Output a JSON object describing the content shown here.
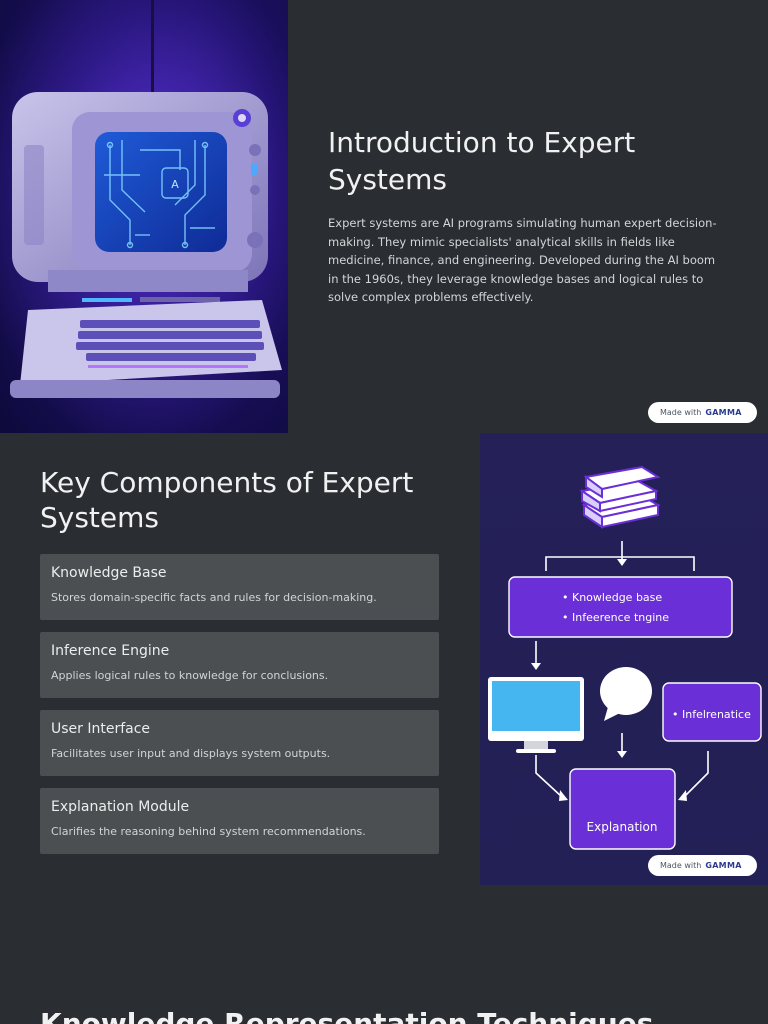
{
  "slide1": {
    "title": "Introduction to Expert Systems",
    "body": "Expert systems are AI programs simulating human expert decision-making. They mimic specialists' analytical skills in fields like medicine, finance, and engineering. Developed during the AI boom in the 1960s, they leverage knowledge bases and logical rules to solve complex problems effectively.",
    "badge_prefix": "Made with",
    "badge_brand": "GAMMA"
  },
  "slide2": {
    "title": "Key Components of Expert Systems",
    "cards": [
      {
        "title": "Knowledge Base",
        "desc": "Stores domain-specific facts and rules for decision-making."
      },
      {
        "title": "Inference Engine",
        "desc": "Applies logical rules to knowledge for conclusions."
      },
      {
        "title": "User Interface",
        "desc": "Facilitates user input and displays system outputs."
      },
      {
        "title": "Explanation Module",
        "desc": "Clarifies the reasoning behind system recommendations."
      }
    ],
    "diagram": {
      "box_top_line1": "• Knowledge base",
      "box_top_line2": "• Infeerence tngine",
      "box_right": "• Infelrenatice",
      "box_bottom": "Explanation"
    },
    "badge_prefix": "Made with",
    "badge_brand": "GAMMA"
  },
  "slide3": {
    "title": "Knowledge Representation Techniques"
  },
  "colors": {
    "background": "#2a2d31",
    "card": "#4b4f52",
    "diagram_bg": "#232057",
    "diagram_box": "#6a2fd6",
    "accent_glow": "#7b3cff"
  }
}
